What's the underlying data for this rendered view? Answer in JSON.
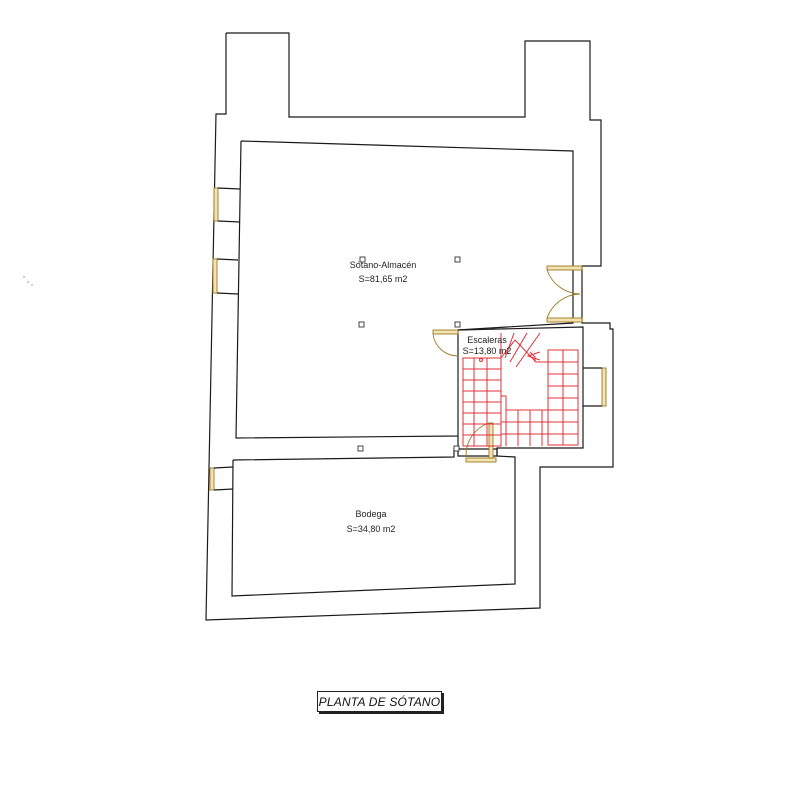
{
  "plan": {
    "rooms": [
      {
        "name": "Sótano-Almacén",
        "area": "S=81,65 m2"
      },
      {
        "name": "Escaleras",
        "area": "S=13,80 m2"
      },
      {
        "name": "Bodega",
        "area": "S=34,80 m2"
      }
    ],
    "title": "PLANTA DE SÓTANO",
    "colors": {
      "walls": "#1a1a1a",
      "stairs": "#e0303a",
      "doors": "#9c7a22"
    }
  }
}
